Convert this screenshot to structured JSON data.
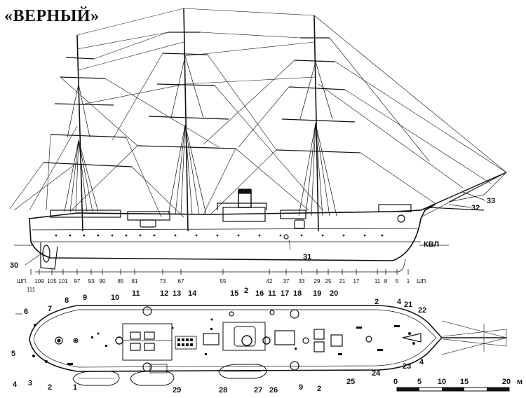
{
  "title": "«ВЕРНЫЙ»",
  "waterline_label": "КВЛ",
  "frame_prefix": "ШП.",
  "frames": [
    "111",
    "109",
    "105",
    "101",
    "97",
    "93",
    "90",
    "85",
    "81",
    "73",
    "67",
    "55",
    "42",
    "37",
    "33",
    "29",
    "25",
    "21",
    "17",
    "11",
    "8",
    "5",
    "1"
  ],
  "frame_end_label": "ШП.",
  "scale": {
    "ticks": [
      "0",
      "5",
      "10",
      "15",
      "20"
    ],
    "unit": "м"
  },
  "callouts": {
    "c1": "1",
    "c2": "2",
    "c3": "3",
    "c4": "4",
    "c5": "5",
    "c6": "6",
    "c7": "7",
    "c8": "8",
    "c9": "9",
    "c10": "10",
    "c11": "11",
    "c12": "12",
    "c13": "13",
    "c14": "14",
    "c15": "15",
    "c16": "16",
    "c17": "17",
    "c18": "18",
    "c19": "19",
    "c20": "20",
    "c21": "21",
    "c22": "22",
    "c23": "23",
    "c24": "24",
    "c25": "25",
    "c26": "26",
    "c27": "27",
    "c28": "28",
    "c29": "29",
    "c30": "30",
    "c31": "31",
    "c32": "32",
    "c33": "33"
  }
}
